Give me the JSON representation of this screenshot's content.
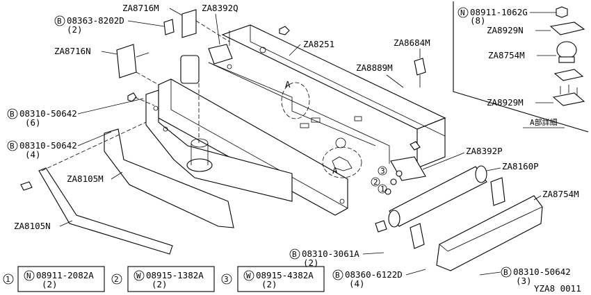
{
  "labels": {
    "za8716m": "ZA8716M",
    "za8392q": "ZA8392Q",
    "b08363": "08363-8202D",
    "b08363_qty": "(2)",
    "za8716n": "ZA8716N",
    "za8251": "ZA8251",
    "za8684m": "ZA8684M",
    "za8889m": "ZA8889M",
    "b08310_a": "08310-50642",
    "b08310_a_qty": "(6)",
    "b08310_b": "08310-50642",
    "b08310_b_qty": "(4)",
    "za8105m": "ZA8105M",
    "za8105n": "ZA8105N",
    "za8392p": "ZA8392P",
    "za8160p": "ZA8160P",
    "za8754m_main": "ZA8754M",
    "b08310_3061": "08310-3061A",
    "b08310_3061_qty": "(2)",
    "b08360": "08360-6122D",
    "b08360_qty": "(4)",
    "b08310_c": "08310-50642",
    "b08310_c_qty": "(3)",
    "a_marker_1": "A",
    "a_marker_2": "A",
    "callout_1": "1",
    "callout_2": "2",
    "callout_3": "3",
    "prefix_b": "B",
    "prefix_n": "N",
    "prefix_w": "W",
    "footer_code": "YZA8 0011"
  },
  "detail_panel": {
    "n08911": "08911-1062G",
    "n08911_qty": "(8)",
    "za8929n": "ZA8929N",
    "za8754m": "ZA8754M",
    "za8929m": "ZA8929M",
    "caption": "A部詳細"
  },
  "legend": [
    {
      "num": "1",
      "prefix": "N",
      "part": "08911-2082A",
      "qty": "(2)"
    },
    {
      "num": "2",
      "prefix": "W",
      "part": "08915-1382A",
      "qty": "(2)"
    },
    {
      "num": "3",
      "prefix": "W",
      "part": "08915-4382A",
      "qty": "(2)"
    }
  ]
}
